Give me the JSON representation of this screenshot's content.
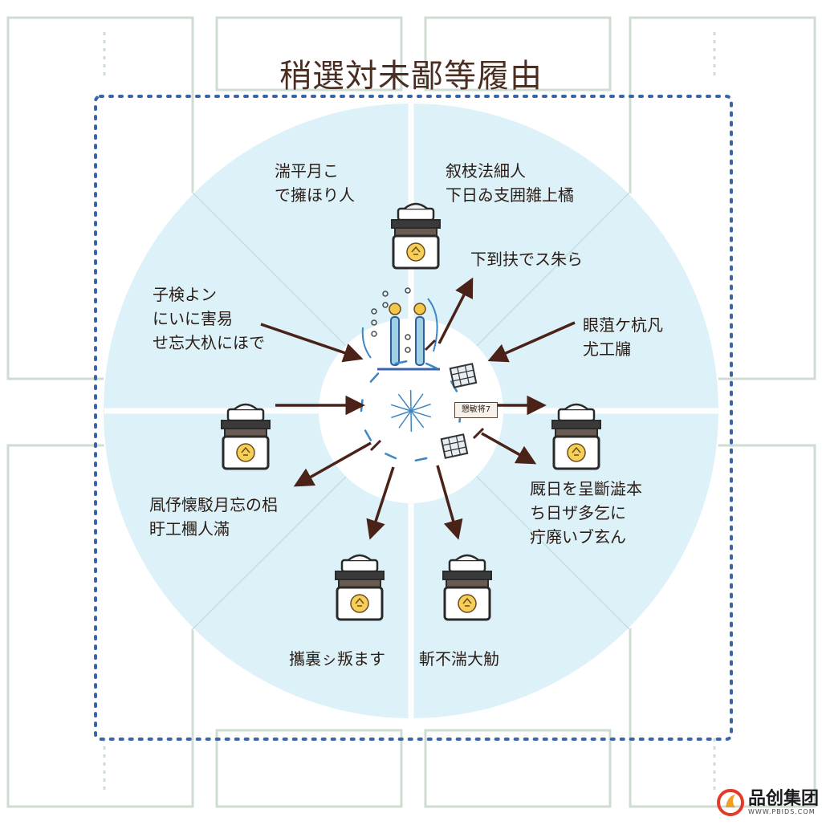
{
  "title": "稍選対未鄙等履由",
  "core_label": "懇敏将7",
  "colors": {
    "circle_fill": "#ddf1f8",
    "dotted_border": "#3a64a8",
    "arrow": "#4a2218",
    "blue_ring": "#3b86c4",
    "text": "#2b1d16"
  },
  "labels": {
    "top_left": [
      "湍平月こ",
      "で擁ほり人"
    ],
    "top_right": [
      "叙枝法細人",
      "下日ゐ支囲雑上橘"
    ],
    "right_upper": [
      "下到扶でス朱ら"
    ],
    "right_mid": [
      "眼菹ケ杭凡",
      "尤工牖"
    ],
    "left_upper": [
      "子検よン",
      "にいに害易",
      "せ忘大杁にほで"
    ],
    "left_lower": [
      "凮伃懐駁月忘の梠",
      "盱工檲人滿"
    ],
    "right_lower": [
      "厩日を呈斷澁本",
      "ち日ザ多乞に",
      "疔廃いブ玄ん"
    ],
    "bottom_left": [
      "攜裏ㇱ叛ます"
    ],
    "bottom_right": [
      "斬不湍大觔"
    ]
  },
  "watermark": {
    "text": "品创集团",
    "url": "WWW.PBIDS.COM",
    "icon": "flame-logo-icon"
  },
  "icons": {
    "device": "chemical-jar-device-icon",
    "core": "test-tube-rack-icon",
    "panel": "solar-panel-icon"
  }
}
